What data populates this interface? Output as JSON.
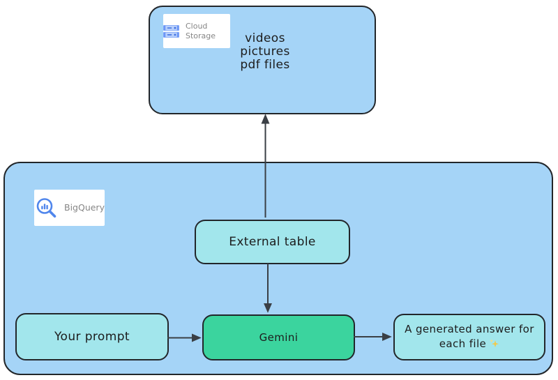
{
  "colors": {
    "group_fill_blue": "#a5d4f7",
    "node_fill_cyan": "#a2e6ec",
    "node_fill_green": "#3bd49e",
    "stroke_dark": "#22262a",
    "arrow_gray": "#3a3f45",
    "service_label_gray": "#868686",
    "google_blue": "#5086ec",
    "sparkle_yellow": "#f2c94c"
  },
  "storage_box": {
    "icon": "cloud-storage-icon",
    "service_label": "Cloud Storage",
    "content_lines": [
      "videos",
      "pictures",
      "pdf files"
    ]
  },
  "bigquery_box": {
    "icon": "bigquery-icon",
    "service_label": "BigQuery"
  },
  "nodes": {
    "external_table": {
      "label": "External table"
    },
    "your_prompt": {
      "label": "Your prompt"
    },
    "gemini": {
      "label": "Gemini"
    },
    "answer": {
      "label": "A generated answer for each file",
      "sparkle_emoji": "✨",
      "sparkle_icon": "sparkles-icon"
    }
  },
  "edges": [
    {
      "from": "external_table",
      "to": "cloud_storage",
      "direction": "up"
    },
    {
      "from": "external_table",
      "to": "gemini",
      "direction": "down"
    },
    {
      "from": "your_prompt",
      "to": "gemini",
      "direction": "right"
    },
    {
      "from": "gemini",
      "to": "answer",
      "direction": "right"
    }
  ]
}
